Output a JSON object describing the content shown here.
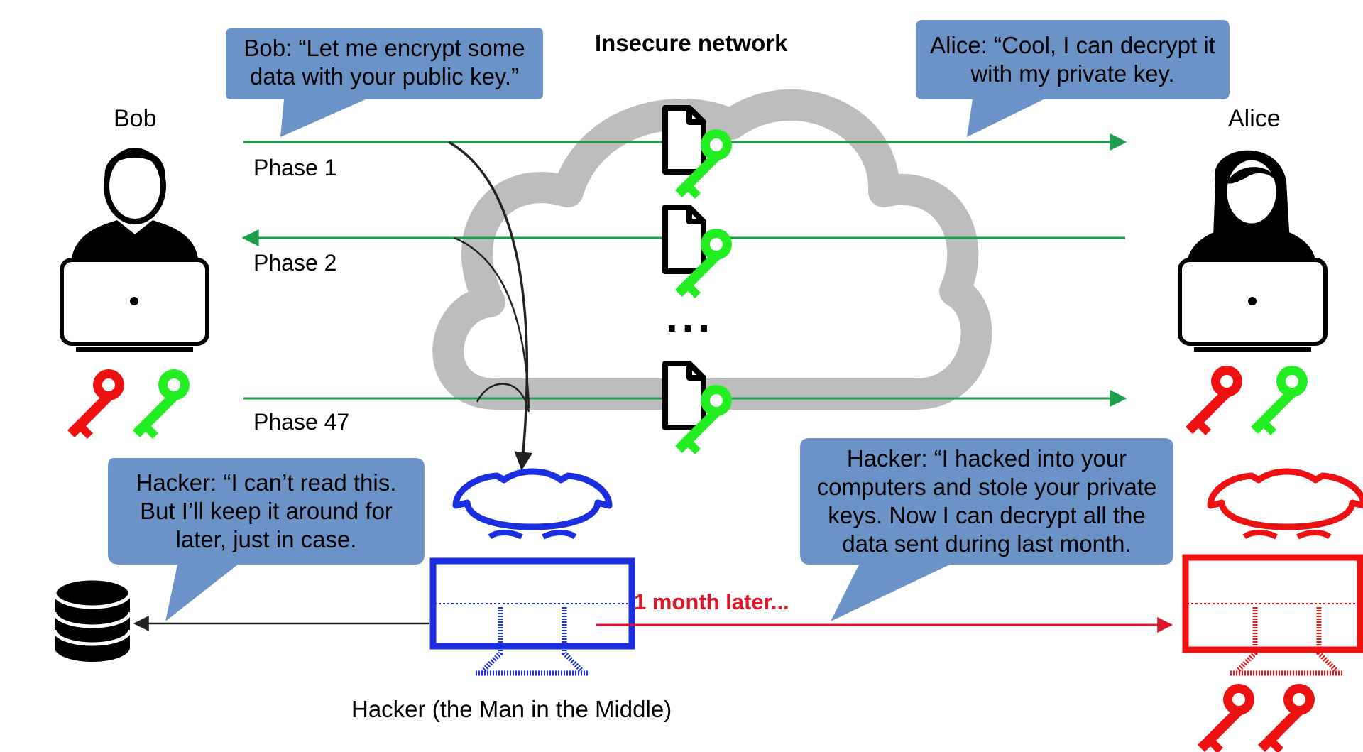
{
  "title": "Insecure network",
  "actors": {
    "bob": "Bob",
    "alice": "Alice",
    "hacker": "Hacker (the Man in the Middle)"
  },
  "phases": [
    "Phase 1",
    "Phase 2",
    "Phase 47"
  ],
  "ellipsis": "...",
  "time_label": "1 month later...",
  "bubbles": {
    "bob": [
      "Bob: “Let me encrypt some",
      "data with your public key.”"
    ],
    "alice": [
      "Alice: “Cool, I can decrypt it",
      "with my private key."
    ],
    "hacker_now": [
      "Hacker: “I can’t read this.",
      "But I’ll keep it around for",
      "later, just in case."
    ],
    "hacker_later": [
      "Hacker: “I hacked into your",
      "computers and stole your private",
      "keys. Now I can decrypt all the",
      "data sent during last month."
    ]
  },
  "colors": {
    "public_key": "#22ee22",
    "private_key": "#ee1111",
    "arrow_green": "#1a9e4a",
    "arrow_red": "#e0162b",
    "bubble_fill": "#6b93c8",
    "cloud": "#bdbdbd",
    "hacker_now": "#1a2fe0",
    "hacker_later": "#ee1111"
  }
}
